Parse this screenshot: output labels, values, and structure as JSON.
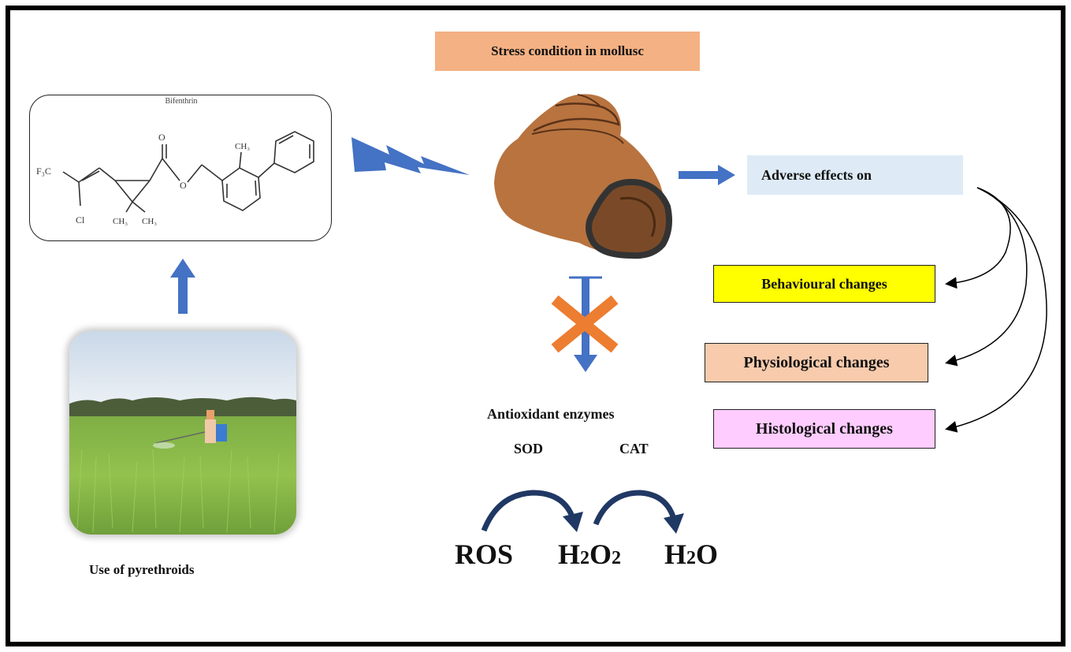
{
  "title": "Stress condition  in mollusc",
  "molecule": {
    "name": "Bifenthrin",
    "labels": {
      "f3c": "F₃C",
      "cl": "Cl",
      "ch3_top": "CH₃",
      "ch3_left": "CH₃",
      "ch3_right": "CH₃",
      "carbonyl_o": "O",
      "ester_o": "O"
    }
  },
  "photo_caption": "Use of pyrethroids",
  "adverse_label": "Adverse  effects  on",
  "effects": [
    {
      "label": "Behavioural changes",
      "color": "#ffff00"
    },
    {
      "label": "Physiological changes",
      "color": "#f8cbad"
    },
    {
      "label": "Histological changes",
      "color": "#ffccff"
    }
  ],
  "enzymes": {
    "heading": "Antioxidant  enzymes",
    "sod": "SOD",
    "cat": "CAT"
  },
  "reaction": {
    "ros": "ROS",
    "h2o2_h": "H",
    "h2o2_sub1": "2",
    "h2o2_o": "O",
    "h2o2_sub2": "2",
    "h2o_h": "H",
    "h2o_sub": "2",
    "h2o_o": "O"
  },
  "colors": {
    "arrow_blue": "#4472c4",
    "x_orange": "#ed7d31",
    "title_bg": "#f4b183",
    "adverse_bg": "#deebf7",
    "shell": "#b8733f"
  }
}
